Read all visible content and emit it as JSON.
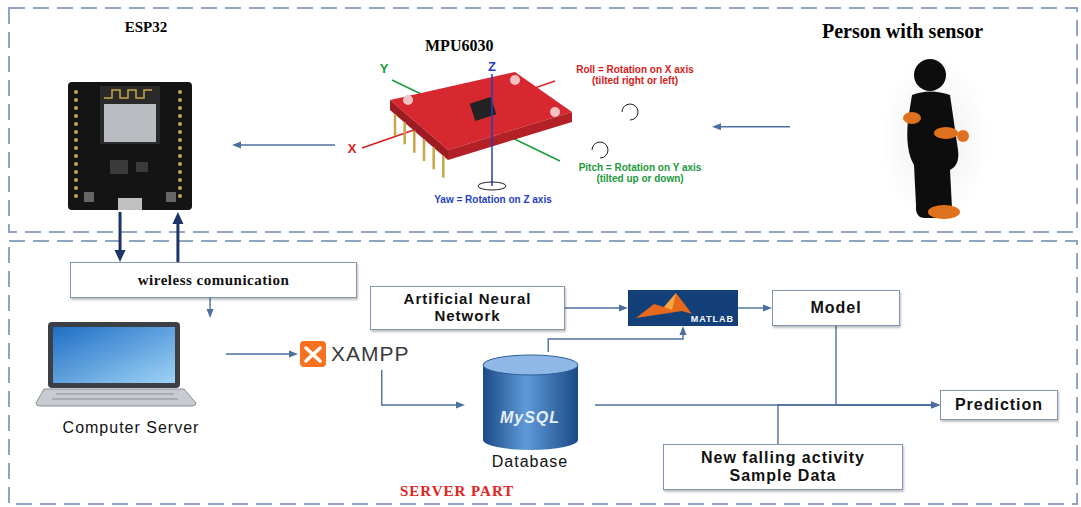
{
  "diagram": {
    "nodes": [
      {
        "text": [
          "ESP32"
        ]
      },
      {
        "text": [
          "MPU6030"
        ]
      },
      {
        "text": [
          "Person with sensor"
        ]
      },
      {
        "text": [
          "SERVER PART"
        ]
      },
      {
        "text": [
          "wireless comunication"
        ],
        "in": 3
      },
      {
        "text": [
          "Computer Server"
        ],
        "in": 3
      },
      {
        "text": [
          "XAMPP"
        ],
        "in": 3
      },
      {
        "text": [
          "Artificial Neural Network"
        ],
        "in": 3
      },
      {
        "text": [
          "MATLAB"
        ],
        "in": 3
      },
      {
        "text": [
          "Model"
        ],
        "in": 3
      },
      {
        "text": [
          "MySQL",
          "Database"
        ],
        "in": 3
      },
      {
        "text": [
          "Prediction"
        ],
        "in": 3
      },
      {
        "text": [
          "New falling activity Sample Data"
        ],
        "in": 3
      }
    ],
    "edges": [
      {
        "from": 2,
        "to": 1,
        "arrow": "to"
      },
      {
        "from": 1,
        "to": 0,
        "arrow": "to"
      },
      {
        "from": 0,
        "to": 4,
        "arrow": "to"
      },
      {
        "from": 4,
        "to": 0,
        "arrow": "to"
      },
      {
        "from": 4,
        "to": 5,
        "arrow": "to"
      },
      {
        "from": 5,
        "to": 6,
        "arrow": "to"
      },
      {
        "from": 6,
        "to": 10,
        "arrow": "to"
      },
      {
        "from": 7,
        "to": 8,
        "arrow": "to"
      },
      {
        "from": 10,
        "to": 8,
        "arrow": "to"
      },
      {
        "from": 8,
        "to": 9,
        "arrow": "to"
      },
      {
        "from": 9,
        "to": 11,
        "arrow": "to"
      },
      {
        "from": 10,
        "to": 11,
        "arrow": "to"
      },
      {
        "from": 12,
        "to": 11,
        "arrow": "to"
      }
    ],
    "labels": [
      "Y",
      "Z",
      "X",
      "Roll = Rotation on X axis (tilted right or left)",
      "Pitch = Rotation on Y axis (tilted up or down)",
      "Yaw = Rotation on Z axis"
    ]
  }
}
